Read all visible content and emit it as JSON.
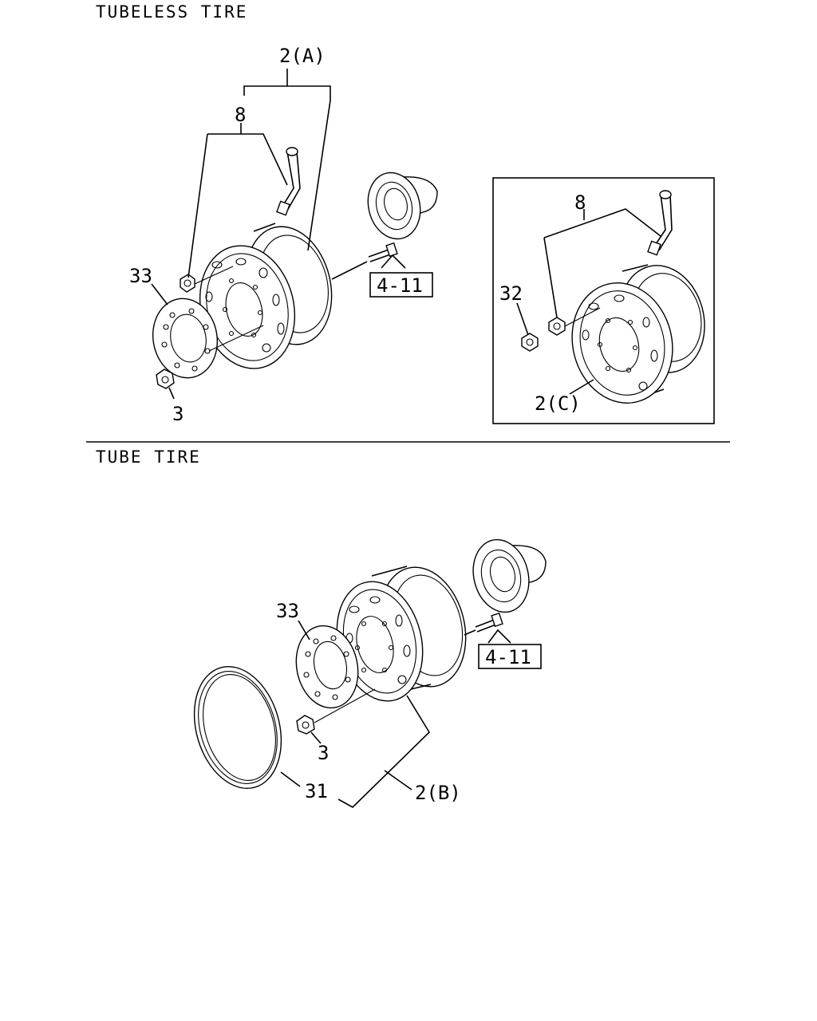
{
  "sections": {
    "tubeless": "TUBELESS TIRE",
    "tube": "TUBE TIRE"
  },
  "callouts": {
    "a_wheel": "2(A)",
    "a_valve": "8",
    "a_plate": "33",
    "a_nut": "3",
    "a_ref": "4-11",
    "c_valve": "8",
    "c_nut": "32",
    "c_wheel": "2(C)",
    "b_plate": "33",
    "b_ref": "4-11",
    "b_nut": "3",
    "b_ring": "31",
    "b_wheel": "2(B)"
  }
}
